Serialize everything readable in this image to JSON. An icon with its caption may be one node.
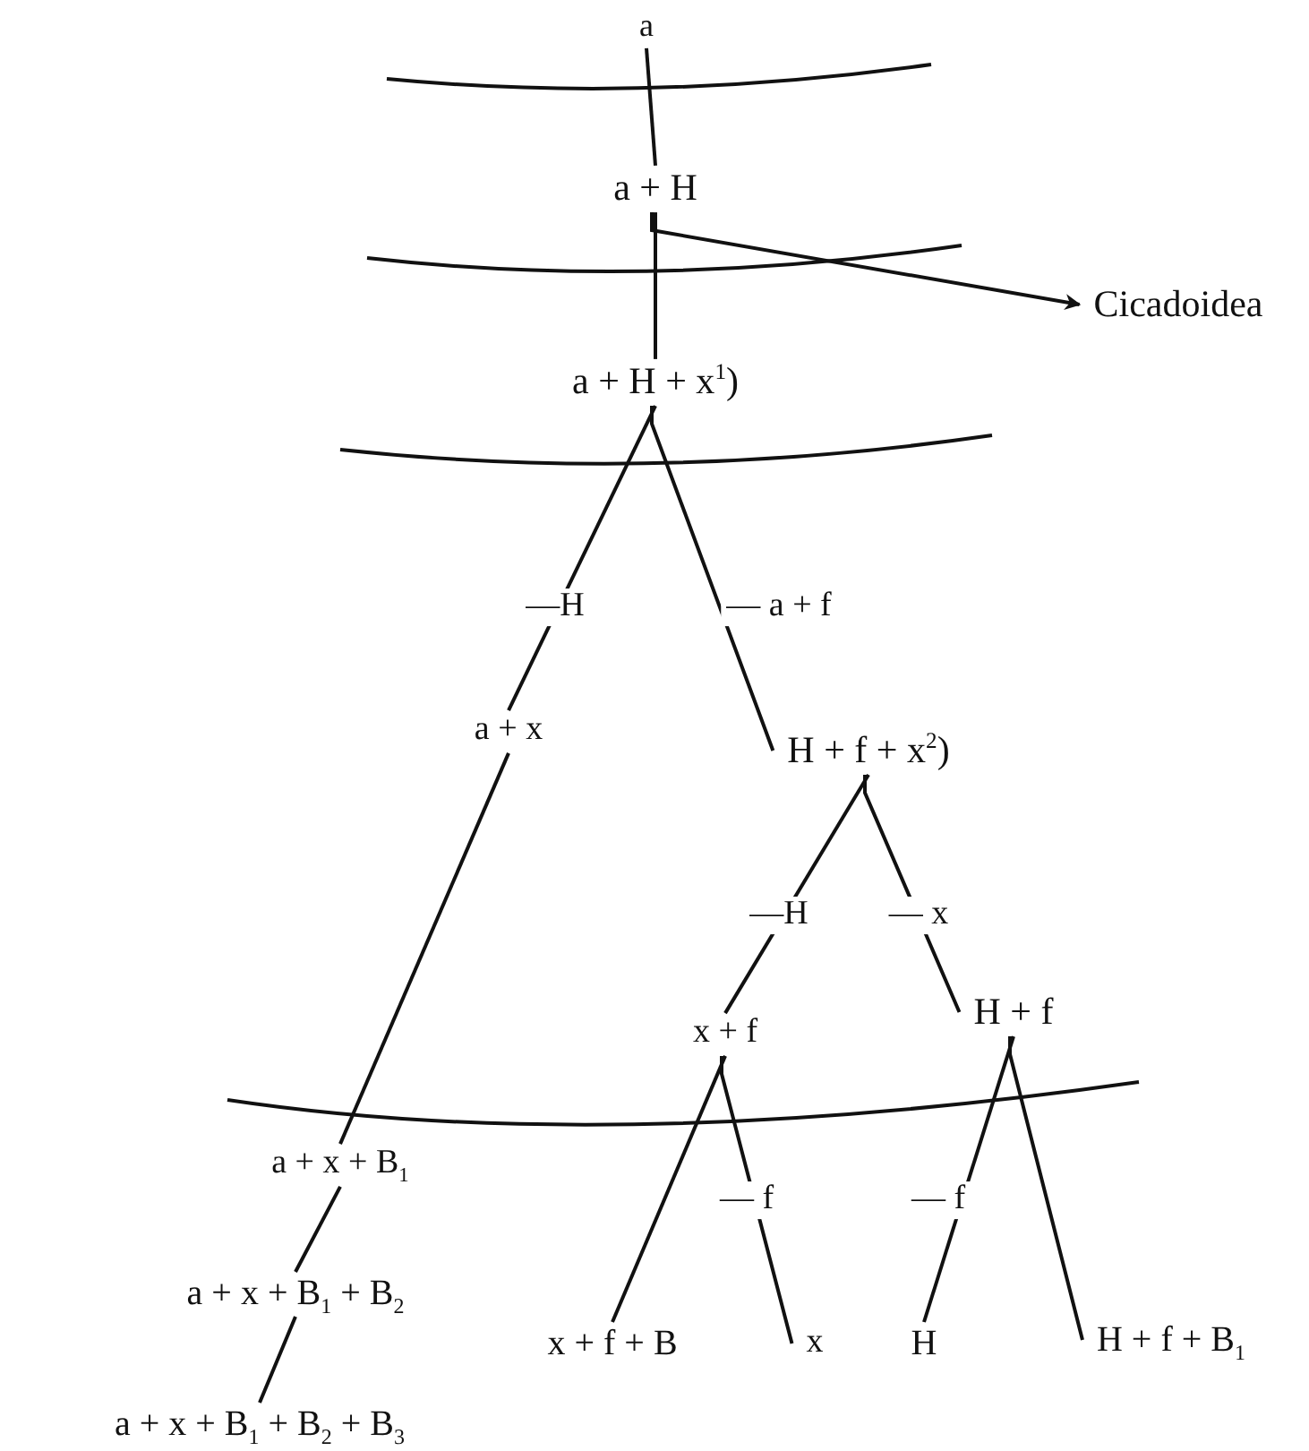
{
  "diagram": {
    "nodes": [
      {
        "text": [
          "a"
        ]
      },
      {
        "text": [
          "a + H"
        ]
      },
      {
        "text": [
          "Cicadoidea"
        ]
      },
      {
        "text": [
          "a + H + x$^{1}$)"
        ]
      },
      {
        "text": [
          "a + x"
        ]
      },
      {
        "text": [
          "H + f + x$^{2}$)"
        ]
      },
      {
        "text": [
          "x + f"
        ]
      },
      {
        "text": [
          "H + f"
        ]
      },
      {
        "text": [
          "a + x + B$_{1}$"
        ]
      },
      {
        "text": [
          "a + x + B$_{1}$ + B$_{2}$"
        ]
      },
      {
        "text": [
          "x + f + B"
        ]
      },
      {
        "text": [
          "x"
        ]
      },
      {
        "text": [
          "H"
        ]
      },
      {
        "text": [
          "H + f + B$_{1}$"
        ]
      },
      {
        "text": [
          "a + x + B$_{1}$ + B$_{2}$ + B$_{3}$"
        ]
      }
    ],
    "edges": [
      {
        "from": 0,
        "to": 1,
        "arrow": "none"
      },
      {
        "from": 1,
        "to": 2,
        "arrow": "to"
      },
      {
        "from": 1,
        "to": 3,
        "arrow": "none"
      },
      {
        "from": 3,
        "to": 4,
        "arrow": "none",
        "label": "—H"
      },
      {
        "from": 3,
        "to": 5,
        "arrow": "none",
        "label": "— a + f"
      },
      {
        "from": 5,
        "to": 6,
        "arrow": "none",
        "label": "—H"
      },
      {
        "from": 5,
        "to": 7,
        "arrow": "none",
        "label": "— x"
      },
      {
        "from": 4,
        "to": 8,
        "arrow": "none"
      },
      {
        "from": 8,
        "to": 9,
        "arrow": "none"
      },
      {
        "from": 9,
        "to": 14,
        "arrow": "none"
      },
      {
        "from": 6,
        "to": 10,
        "arrow": "none"
      },
      {
        "from": 6,
        "to": 11,
        "arrow": "none",
        "label": "— f"
      },
      {
        "from": 7,
        "to": 12,
        "arrow": "none",
        "label": "— f"
      },
      {
        "from": 7,
        "to": 13,
        "arrow": "none"
      }
    ]
  }
}
